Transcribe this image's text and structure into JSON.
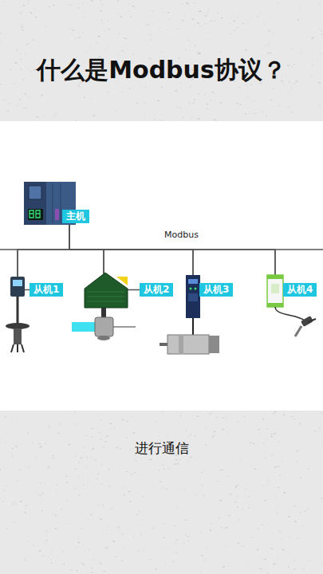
{
  "diagram": {
    "title": "什么是Modbus协议？",
    "caption": "进行通信",
    "nodes": [
      {
        "text": [
          "主机"
        ]
      },
      {
        "text": [
          "从机1"
        ]
      },
      {
        "text": [
          "从机2"
        ]
      },
      {
        "text": [
          "从机3"
        ]
      },
      {
        "text": [
          "从机4"
        ]
      }
    ],
    "edges": [
      {
        "from": 0,
        "to": 1,
        "arrow": "none"
      },
      {
        "from": 0,
        "to": 2,
        "arrow": "none"
      },
      {
        "from": 0,
        "to": 3,
        "arrow": "none"
      },
      {
        "from": 0,
        "to": 4,
        "arrow": "none"
      }
    ],
    "labels": [
      "Modbus"
    ]
  }
}
